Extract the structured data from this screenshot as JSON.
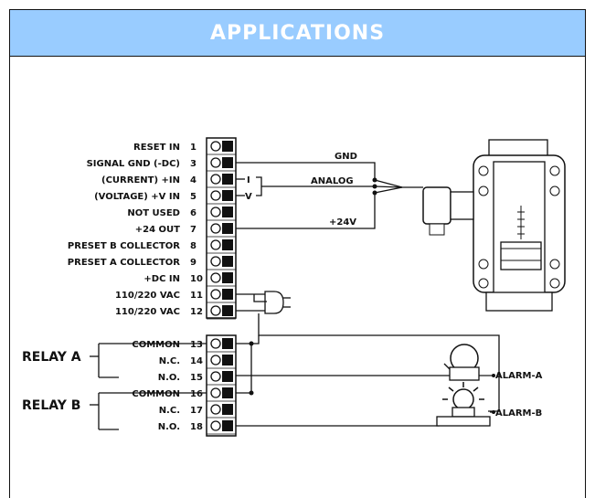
{
  "header": {
    "title": "APPLICATIONS"
  },
  "terminals_top": [
    {
      "label": "RESET IN",
      "num": "1"
    },
    {
      "label": "SIGNAL GND (-DC)",
      "num": "3"
    },
    {
      "label": "(CURRENT) +IN",
      "num": "4"
    },
    {
      "label": "(VOLTAGE) +V IN",
      "num": "5"
    },
    {
      "label": "NOT USED",
      "num": "6"
    },
    {
      "label": "+24 OUT",
      "num": "7"
    },
    {
      "label": "PRESET B COLLECTOR",
      "num": "8"
    },
    {
      "label": "PRESET A COLLECTOR",
      "num": "9"
    },
    {
      "label": "+DC IN",
      "num": "10"
    },
    {
      "label": "110/220 VAC",
      "num": "11"
    },
    {
      "label": "110/220 VAC",
      "num": "12"
    }
  ],
  "terminals_relay": [
    {
      "label": "COMMON",
      "num": "13"
    },
    {
      "label": "N.C.",
      "num": "14"
    },
    {
      "label": "N.O.",
      "num": "15"
    },
    {
      "label": "COMMON",
      "num": "16"
    },
    {
      "label": "N.C.",
      "num": "17"
    },
    {
      "label": "N.O.",
      "num": "18"
    }
  ],
  "relays": {
    "a": "RELAY A",
    "b": "RELAY B"
  },
  "signals": {
    "gnd": "GND",
    "analog": "ANALOG",
    "v24": "+24V",
    "i": "I",
    "v": "V"
  },
  "alarms": {
    "a": "ALARM-A",
    "b": "ALARM-B"
  }
}
